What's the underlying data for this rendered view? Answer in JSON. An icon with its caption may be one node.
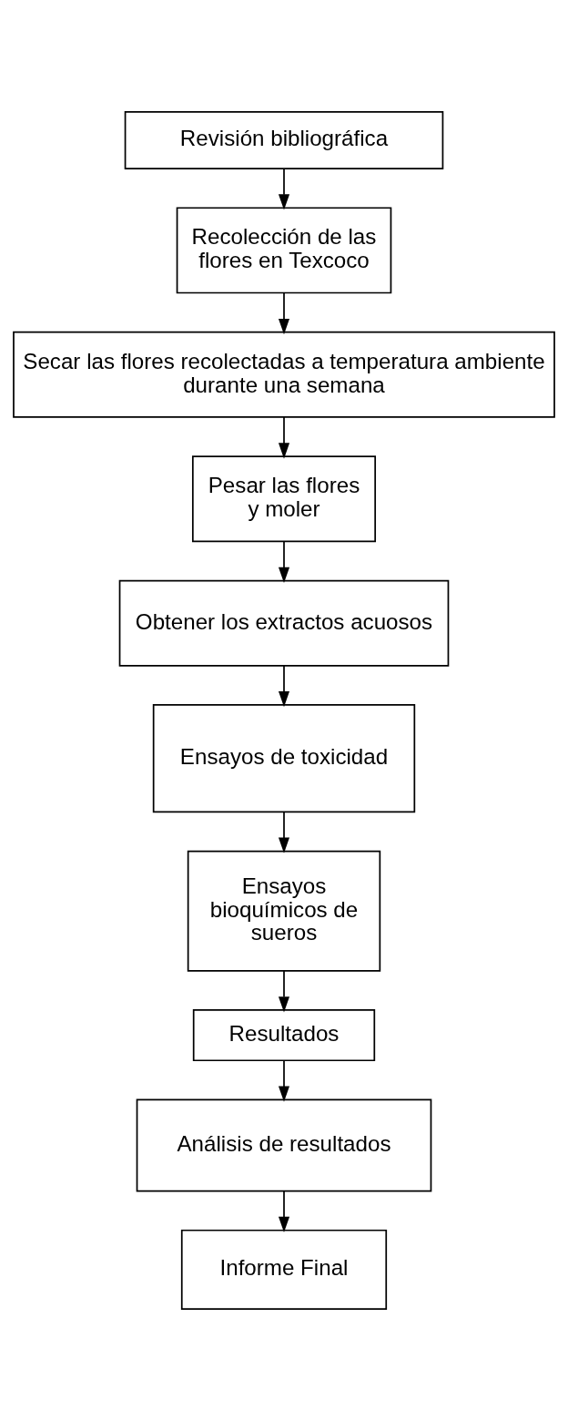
{
  "diagram": {
    "nodes": [
      {
        "text": [
          "Revisión bibliográfica"
        ]
      },
      {
        "text": [
          "Recolección de las flores en Texcoco"
        ]
      },
      {
        "text": [
          "Secar las flores recolectadas a temperatura ambiente durante una semana"
        ]
      },
      {
        "text": [
          "Pesar las flores y moler"
        ]
      },
      {
        "text": [
          "Obtener los extractos acuosos"
        ]
      },
      {
        "text": [
          "Ensayos de toxicidad"
        ]
      },
      {
        "text": [
          "Ensayos bioquímicos de sueros"
        ]
      },
      {
        "text": [
          "Resultados"
        ]
      },
      {
        "text": [
          "Análisis de resultados"
        ]
      },
      {
        "text": [
          "Informe Final"
        ]
      }
    ],
    "edges": [
      {
        "from": 0,
        "to": 1,
        "arrow": "to"
      },
      {
        "from": 1,
        "to": 2,
        "arrow": "to"
      },
      {
        "from": 2,
        "to": 3,
        "arrow": "to"
      },
      {
        "from": 3,
        "to": 4,
        "arrow": "to"
      },
      {
        "from": 4,
        "to": 5,
        "arrow": "to"
      },
      {
        "from": 5,
        "to": 6,
        "arrow": "to"
      },
      {
        "from": 6,
        "to": 7,
        "arrow": "to"
      },
      {
        "from": 7,
        "to": 8,
        "arrow": "to"
      },
      {
        "from": 8,
        "to": 9,
        "arrow": "to"
      }
    ]
  }
}
